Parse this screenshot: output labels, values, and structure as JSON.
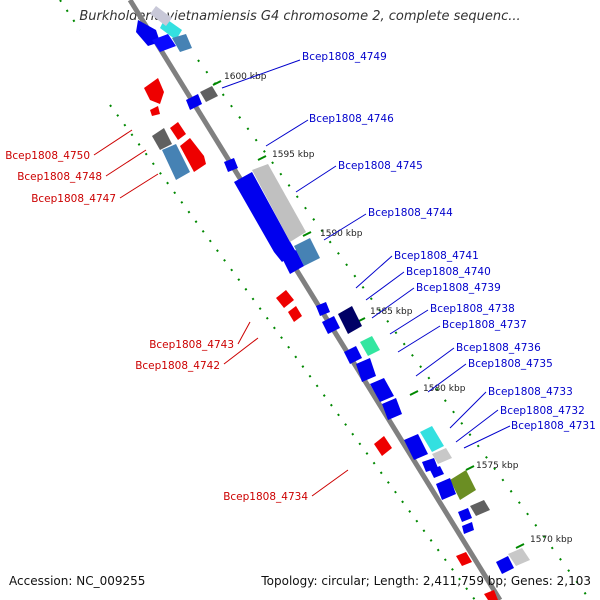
{
  "title": "Burkholderia vietnamiensis G4 chromosome 2, complete sequenc...",
  "footer": {
    "accession": "Accession: NC_009255",
    "summary": "Topology: circular; Length: 2,411,759 bp; Genes: 2,103"
  },
  "colors": {
    "forward_label": "#0000cc",
    "reverse_label": "#cc0000",
    "backbone": "#808080",
    "dotted_guides": "#008800"
  },
  "ticks": [
    {
      "label": "1600 kbp"
    },
    {
      "label": "1595 kbp"
    },
    {
      "label": "1590 kbp"
    },
    {
      "label": "1585 kbp"
    },
    {
      "label": "1580 kbp"
    },
    {
      "label": "1575 kbp"
    },
    {
      "label": "1570 kbp"
    }
  ],
  "forward_genes": [
    "Bcep1808_4749",
    "Bcep1808_4746",
    "Bcep1808_4745",
    "Bcep1808_4744",
    "Bcep1808_4741",
    "Bcep1808_4740",
    "Bcep1808_4739",
    "Bcep1808_4738",
    "Bcep1808_4737",
    "Bcep1808_4736",
    "Bcep1808_4735",
    "Bcep1808_4733",
    "Bcep1808_4732",
    "Bcep1808_4731"
  ],
  "reverse_genes": [
    "Bcep1808_4750",
    "Bcep1808_4748",
    "Bcep1808_4747",
    "Bcep1808_4743",
    "Bcep1808_4742",
    "Bcep1808_4734"
  ]
}
